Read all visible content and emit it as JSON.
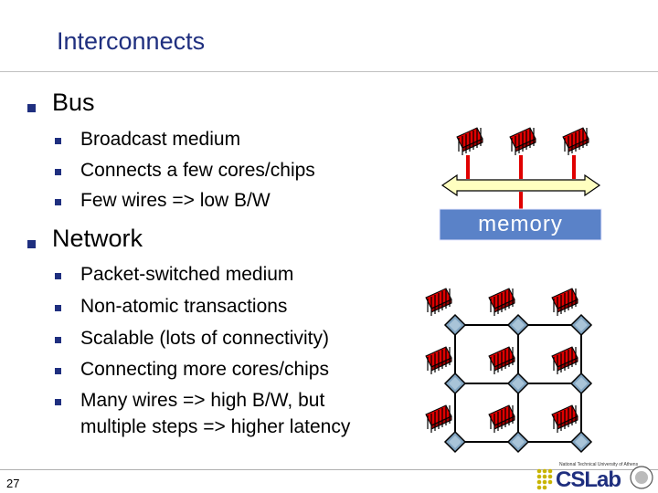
{
  "slide": {
    "title": "Interconnects",
    "page_number": "27"
  },
  "bus_section": {
    "heading": "Bus",
    "items": [
      "Broadcast medium",
      "Connects a few cores/chips",
      "Few wires => low B/W"
    ]
  },
  "network_section": {
    "heading": "Network",
    "items": [
      "Packet-switched medium",
      "Non-atomic transactions",
      "Scalable (lots of connectivity)",
      "Connecting more cores/chips",
      "Many wires => high B/W, but",
      "multiple steps => higher latency"
    ]
  },
  "bus_diagram": {
    "memory_label": "memory",
    "colors": {
      "chip": "#e00000",
      "bus_bar": "#ffffc0",
      "memory_box": "#5a82c8",
      "bus_link": "#e00000"
    }
  },
  "mesh_diagram": {
    "colors": {
      "chip": "#e00000",
      "router": "#7fa3c0",
      "link": "#000000"
    }
  },
  "logo": {
    "text": "CSLab",
    "caption": "National Technical University of Athens",
    "colors": {
      "text": "#1f2f7f",
      "dots": "#c8b400"
    }
  }
}
